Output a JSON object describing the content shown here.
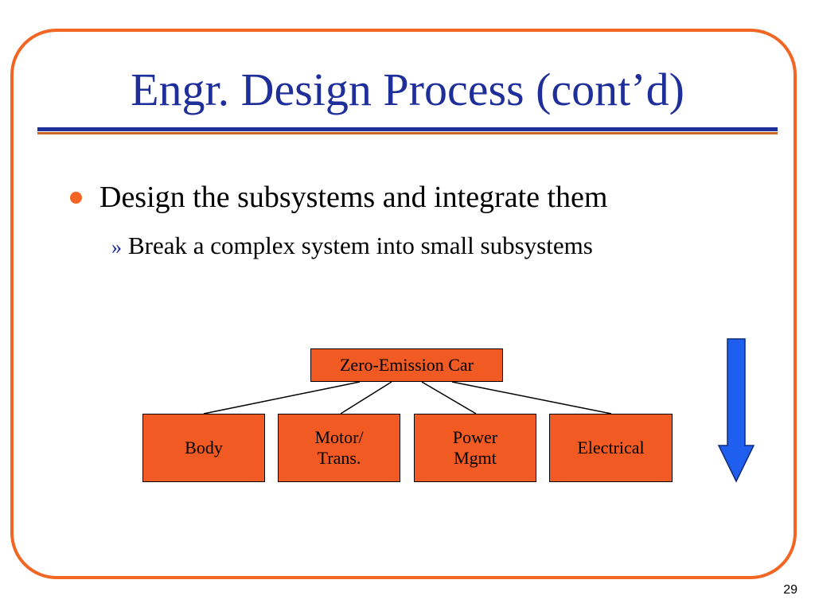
{
  "slide": {
    "title": "Engr. Design Process (cont’d)",
    "bullet": "Design the subsystems and integrate them",
    "sub_marker": "»",
    "sub_bullet": "Break a complex system into small subsystems",
    "page_number": "29"
  },
  "diagram": {
    "root": "Zero-Emission Car",
    "children": [
      "Body",
      "Motor/\nTrans.",
      "Power\nMgmt",
      "Electrical"
    ],
    "box_color": "#f15a22",
    "arrow_color": "#1f5ff0",
    "arrow_direction": "down"
  },
  "colors": {
    "title": "#1f2f9a",
    "frame": "#f26522",
    "bullet": "#f26522"
  }
}
